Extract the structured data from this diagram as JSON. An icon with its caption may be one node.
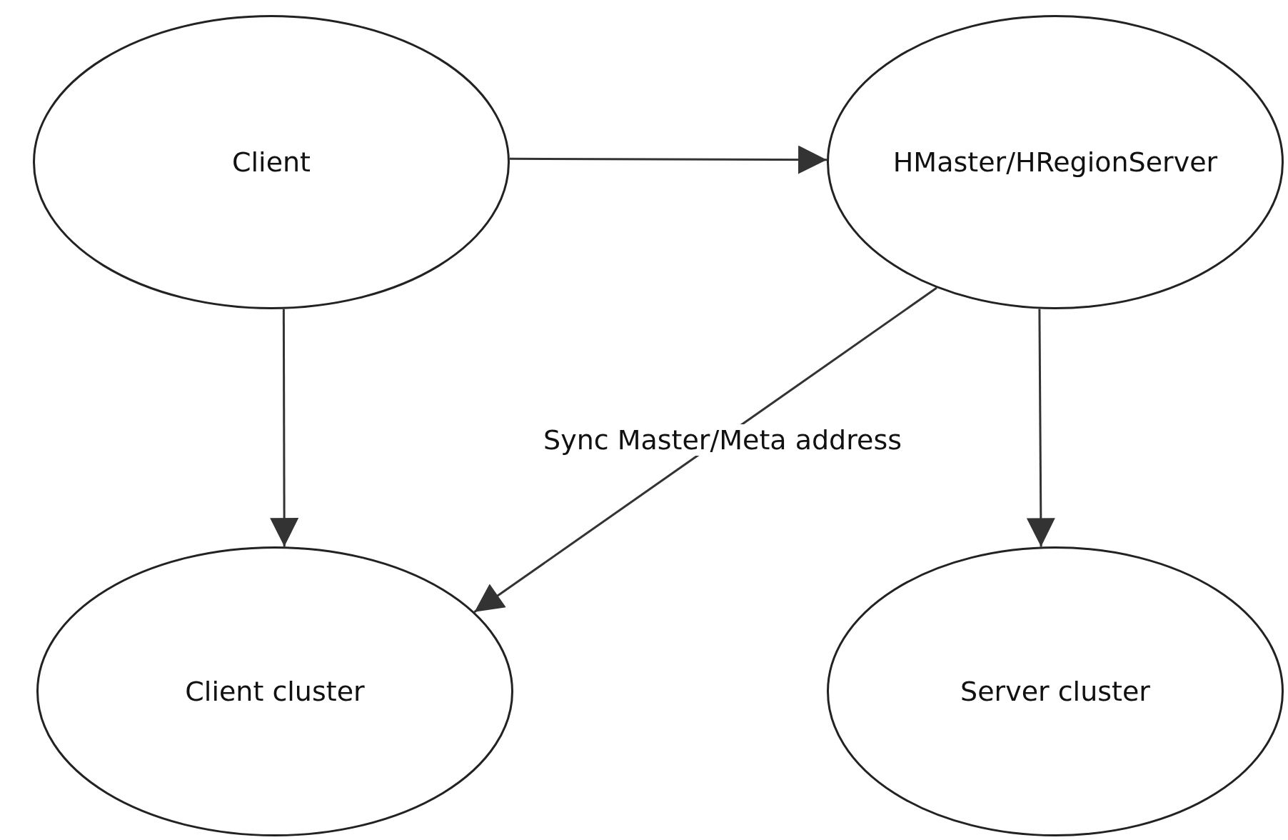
{
  "diagram": {
    "nodes": [
      {
        "text": [
          "Client"
        ]
      },
      {
        "text": [
          "HMaster/HRegionServer"
        ]
      },
      {
        "text": [
          "Client cluster"
        ]
      },
      {
        "text": [
          "Server cluster"
        ]
      }
    ],
    "edges": [
      {
        "from": 0,
        "to": 1,
        "arrow": "to"
      },
      {
        "from": 0,
        "to": 2,
        "arrow": "to"
      },
      {
        "from": 1,
        "to": 2,
        "arrow": "to",
        "label": "Sync Master/Meta address"
      },
      {
        "from": 1,
        "to": 3,
        "arrow": "to"
      }
    ]
  }
}
